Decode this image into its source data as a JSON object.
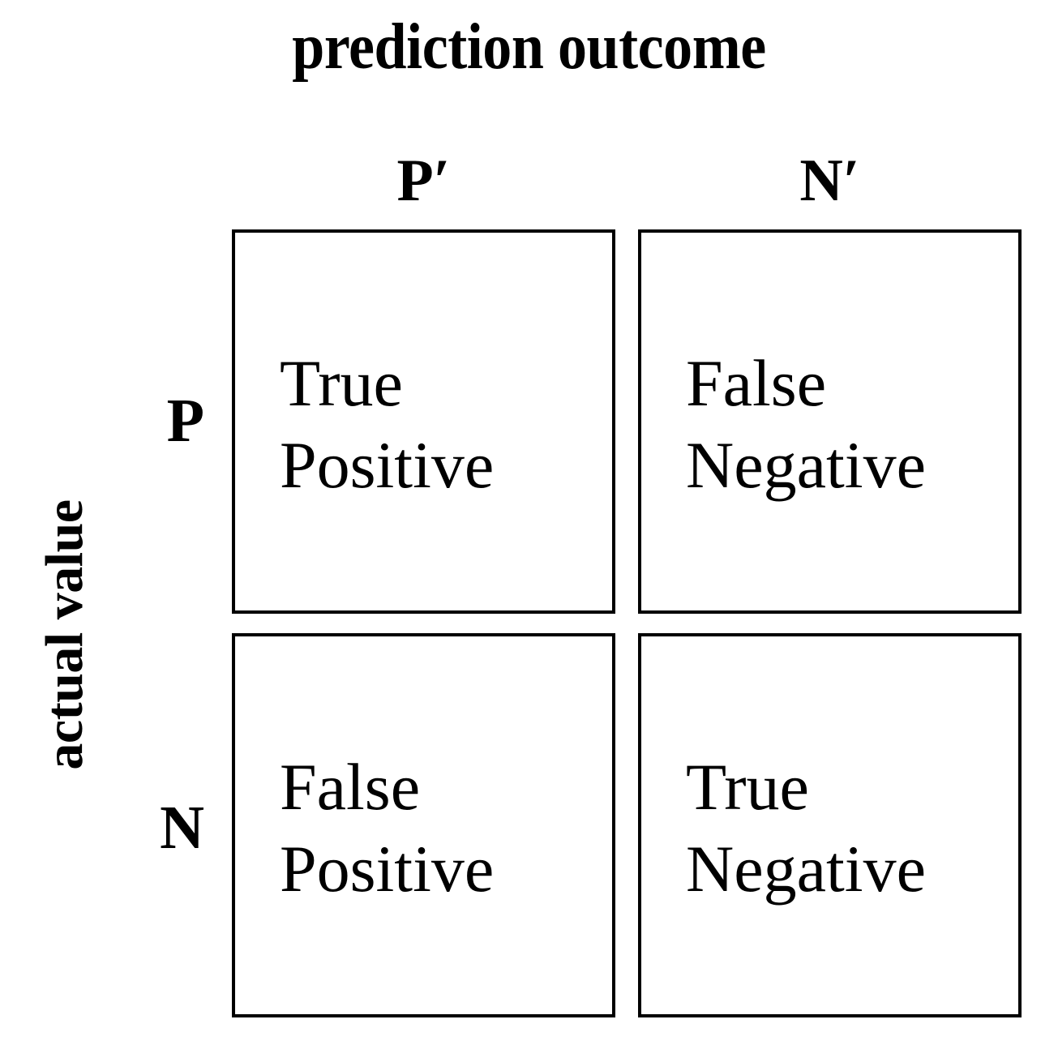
{
  "title": "prediction outcome",
  "axis": {
    "vertical_label": "actual value"
  },
  "columns": [
    {
      "key": "predicted_positive",
      "label": "P′"
    },
    {
      "key": "predicted_negative",
      "label": "N′"
    }
  ],
  "rows": [
    {
      "key": "actual_positive",
      "label": "P"
    },
    {
      "key": "actual_negative",
      "label": "N"
    }
  ],
  "cells": {
    "r0c0": {
      "line1": "True",
      "line2": "Positive"
    },
    "r0c1": {
      "line1": "False",
      "line2": "Negative"
    },
    "r1c0": {
      "line1": "False",
      "line2": "Positive"
    },
    "r1c1": {
      "line1": "True",
      "line2": "Negative"
    }
  },
  "colors": {
    "background": "#ffffff",
    "foreground": "#000000",
    "cell_border": "#000000"
  },
  "chart_data": {
    "type": "table",
    "title": "prediction outcome",
    "xlabel": "prediction outcome",
    "ylabel": "actual value",
    "columns": [
      "P′",
      "N′"
    ],
    "rows": [
      "P",
      "N"
    ],
    "values": [
      [
        "True Positive",
        "False Negative"
      ],
      [
        "False Positive",
        "True Negative"
      ]
    ],
    "grid": false,
    "legend": "none"
  }
}
